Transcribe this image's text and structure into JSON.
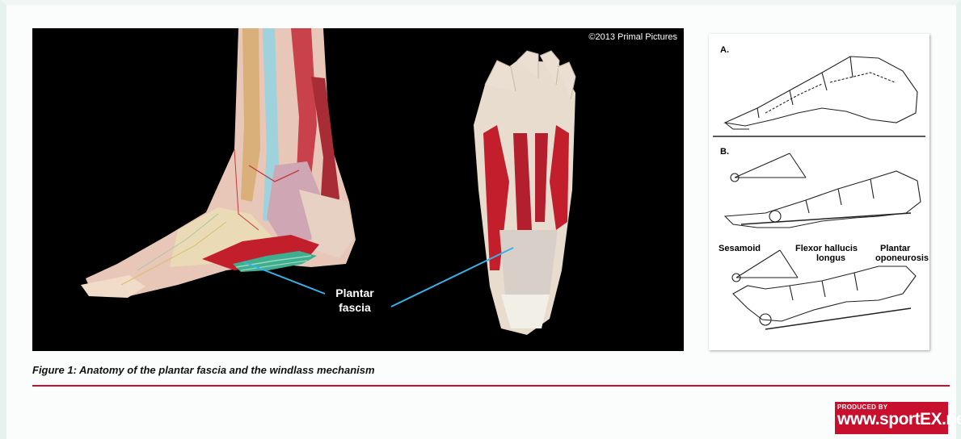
{
  "figure": {
    "copyright": "©2013 Primal Pictures",
    "anatomy_label_line1": "Plantar",
    "anatomy_label_line2": "fascia",
    "panel_a_label": "A.",
    "panel_b_label": "B.",
    "sesamoid_label": "Sesamoid",
    "flexor_label_line1": "Flexor hallucis",
    "flexor_label_line2": "longus",
    "plantar_label_line1": "Plantar",
    "plantar_label_line2": "oponeurosis",
    "caption": "Figure 1: Anatomy of the plantar fascia and the windlass mechanism"
  },
  "logo": {
    "produced_by": "PRODUCED BY",
    "url": "www.sportEX.net"
  },
  "colors": {
    "accent_red": "#c8102e",
    "fascia_pointer": "#3ab0e6"
  }
}
